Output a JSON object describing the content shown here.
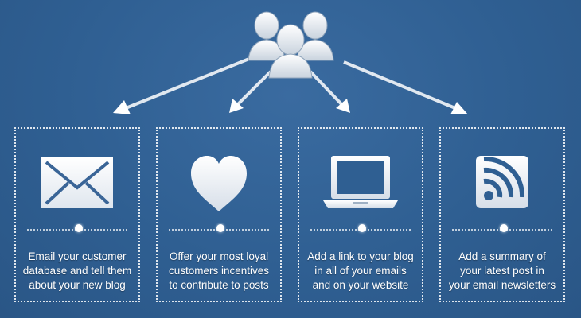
{
  "cards": [
    {
      "icon": "envelope-icon",
      "lines": [
        "Email your customer",
        "database and tell them",
        "about your new blog"
      ]
    },
    {
      "icon": "heart-icon",
      "lines": [
        "Offer your most loyal",
        "customers incentives",
        "to contribute to posts"
      ]
    },
    {
      "icon": "laptop-icon",
      "lines": [
        "Add a link to your blog",
        "in all of your emails",
        "and on your website"
      ]
    },
    {
      "icon": "rss-icon",
      "lines": [
        "Add a summary of",
        "your latest post in",
        "your email newsletters"
      ]
    }
  ],
  "colors": {
    "background": "#2f5f92",
    "foreground": "#ffffff"
  },
  "top_icon": "users-group-icon"
}
